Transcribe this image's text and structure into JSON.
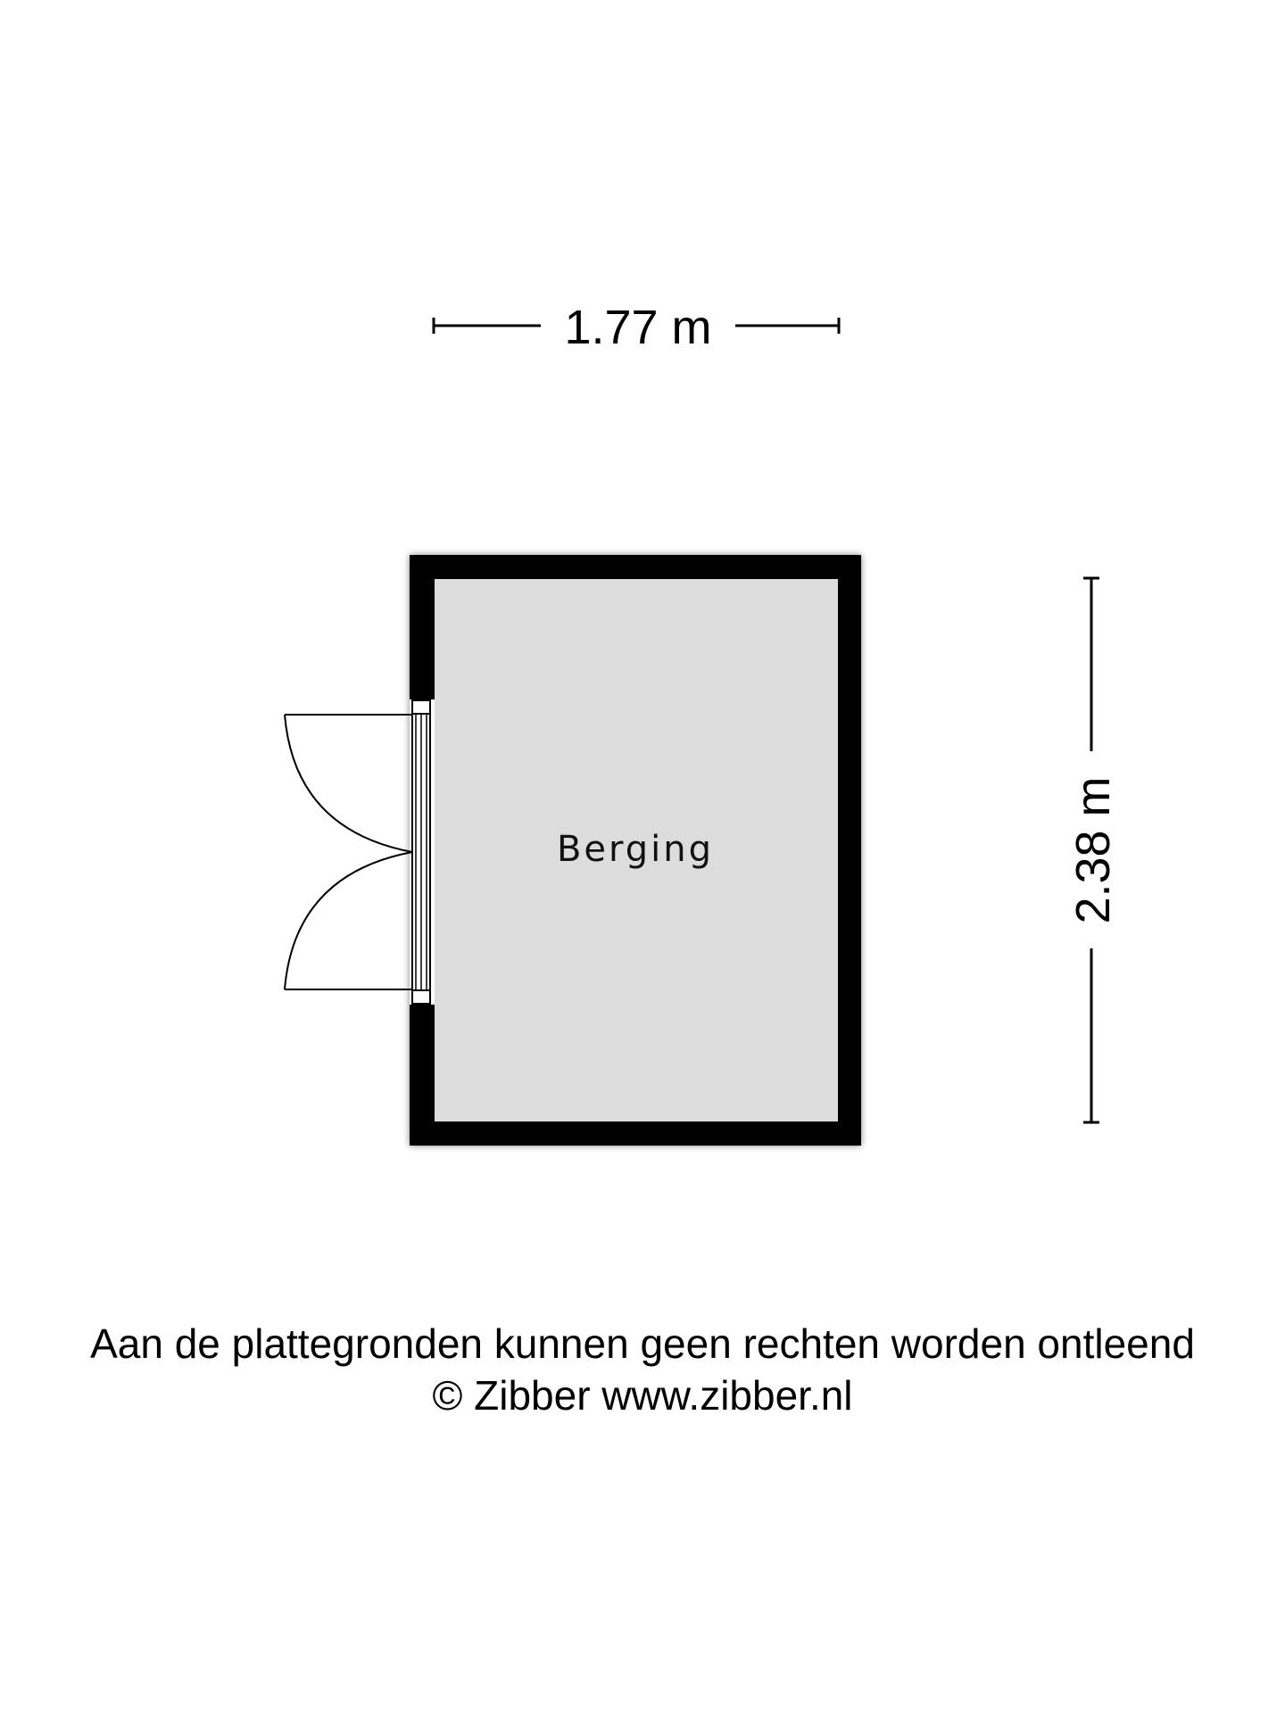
{
  "plan": {
    "room": {
      "label": "Berging",
      "floor_color": "#dcdcdc",
      "wall_color": "#000000"
    },
    "dimensions": {
      "width": "1.77 m",
      "height": "2.38 m"
    },
    "door": {
      "type": "double-door",
      "side": "left"
    }
  },
  "footer": {
    "disclaimer": "Aan de plattegronden kunnen geen rechten worden ontleend",
    "credit": "© Zibber www.zibber.nl"
  }
}
